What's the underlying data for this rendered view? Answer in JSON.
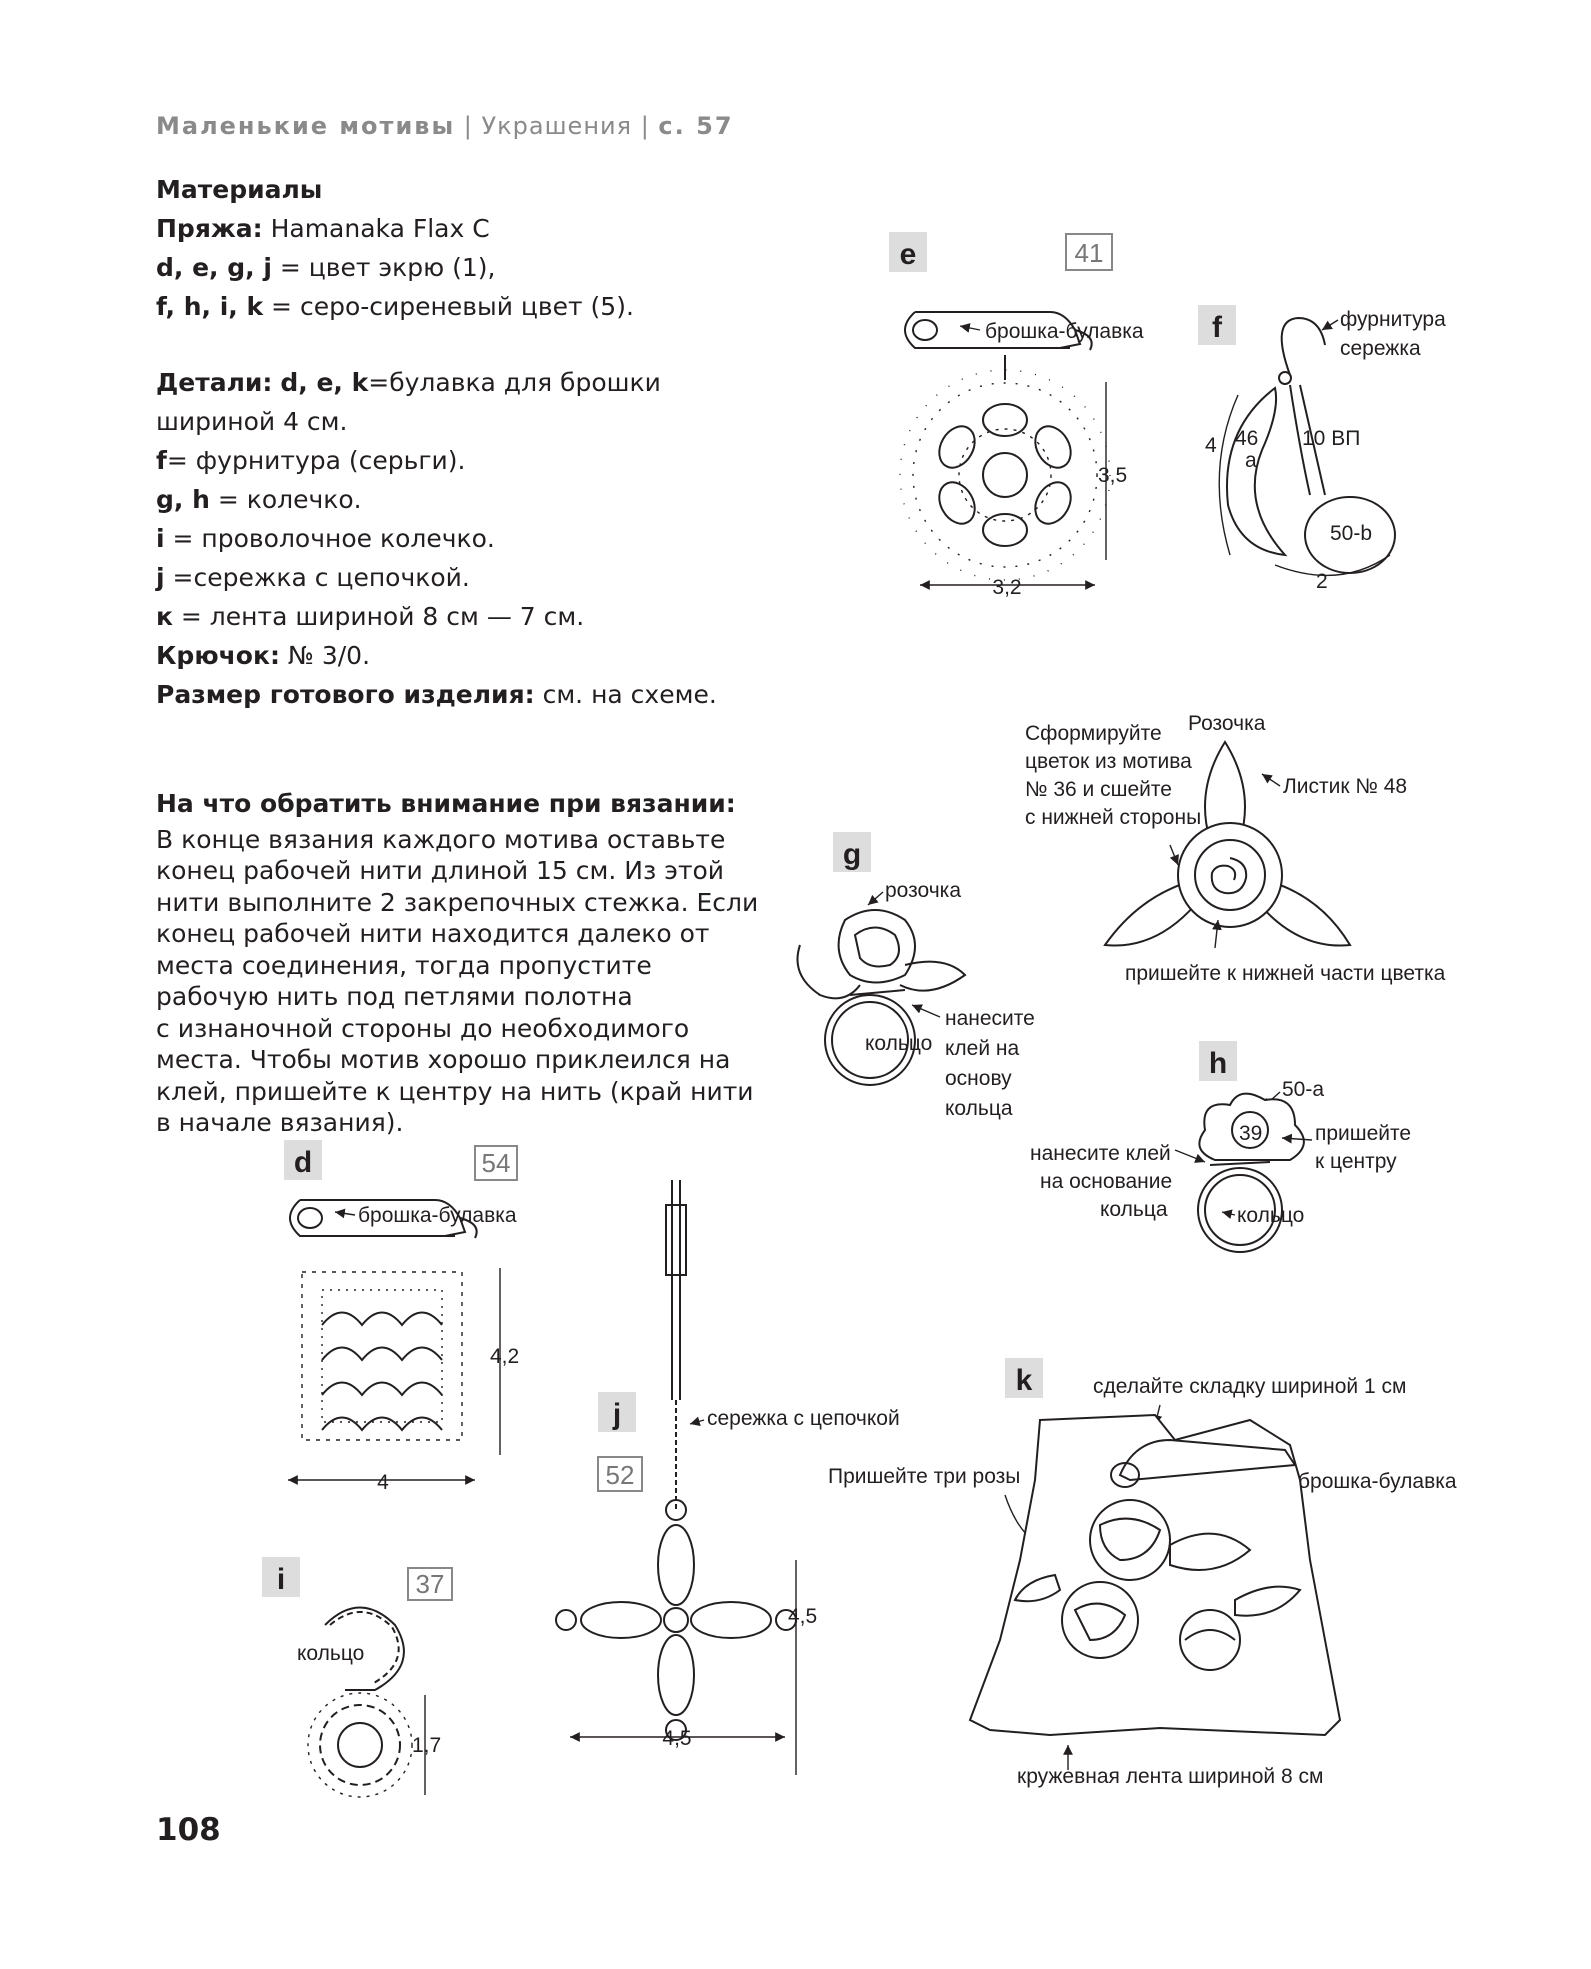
{
  "header": {
    "section": "Маленькие мотивы",
    "sep1": "|",
    "category": "Украшения",
    "sep2": "|",
    "page_ref": "с. 57"
  },
  "materials": {
    "title": "Материалы",
    "yarn_label": "Пряжа:",
    "yarn_value": "Hamanaka Flax C",
    "colors": [
      {
        "keys": "d, e, g, j",
        "text": " = цвет экрю (1),"
      },
      {
        "keys": "f, h, i, k",
        "text": " = серо-сиреневый цвет (5)."
      }
    ]
  },
  "details": {
    "label": "Детали:",
    "keys": "d, e, k",
    "line1_rest": "=булавка для брошки",
    "line2": "шириной 4 см.",
    "items": [
      {
        "key": "f",
        "text": "= фурнитура (серьги)."
      },
      {
        "key": "g, h",
        "text": " = колечко."
      },
      {
        "key": "i",
        "text": " = проволочное колечко."
      },
      {
        "key": "j",
        "text": " =сережка с цепочкой."
      },
      {
        "key": "к",
        "text": " = лента шириной 8 см — 7 см."
      }
    ],
    "hook_label": "Крючок:",
    "hook_value": " № 3/0.",
    "size_label": "Размер готового изделия:",
    "size_value": " см. на схеме."
  },
  "tips": {
    "title": "На что обратить внимание при вязании:",
    "lines": [
      "В конце вязания каждого мотива оставьте",
      "конец рабочей нити длиной 15 см. Из этой",
      "нити выполните 2 закрепочных стежка. Если",
      "конец рабочей нити находится далеко от",
      "места соединения, тогда пропустите",
      "рабочую нить под петлями полотна",
      "с изнаночной стороны до необходимого",
      "места. Чтобы мотив хорошо приклеился на",
      "клей, пришейте к центру на нить (край нити",
      "в начале вязания)."
    ]
  },
  "figures": {
    "e": {
      "tag": "e",
      "motif": "41",
      "pin": "брошка-булавка",
      "height": "3,5",
      "width": "3,2"
    },
    "f": {
      "tag": "f",
      "hook1": "фурнитура",
      "hook2": "сережка",
      "n4": "4",
      "n46": "46",
      "na": "a",
      "ch": "10 ВП",
      "n50b": "50-b",
      "n2": "2"
    },
    "g": {
      "tag": "g",
      "rose": "розочка",
      "glue": [
        "нанесите",
        "клей на",
        "основу",
        "кольца"
      ],
      "ring": "кольцо"
    },
    "rose_detail": {
      "form": [
        "Сформируйте",
        "цветок из мотива",
        "№ 36 и сшейте",
        "с нижней стороны"
      ],
      "rose": "Розочка",
      "leaf": "Листик № 48",
      "sew": "пришейте к нижней части цветка"
    },
    "h": {
      "tag": "h",
      "n50a": "50-a",
      "n39": "39",
      "sew": [
        "пришейте",
        "к центру"
      ],
      "glue": [
        "нанесите клей",
        "на основание",
        "кольца"
      ],
      "ring": "кольцо"
    },
    "d": {
      "tag": "d",
      "motif": "54",
      "pin": "брошка-булавка",
      "height": "4,2",
      "width": "4"
    },
    "j": {
      "tag": "j",
      "motif": "52",
      "earring": "сережка с цепочкой",
      "height": "4,5",
      "width": "4,5"
    },
    "k": {
      "tag": "k",
      "fold": "сделайте складку шириной 1 см",
      "roses": "Пришейте три розы",
      "pin": "брошка-булавка",
      "lace": "кружевная лента шириной 8 см"
    },
    "i": {
      "tag": "i",
      "motif": "37",
      "ring": "кольцо",
      "height": "1,7"
    }
  },
  "page_number": "108"
}
